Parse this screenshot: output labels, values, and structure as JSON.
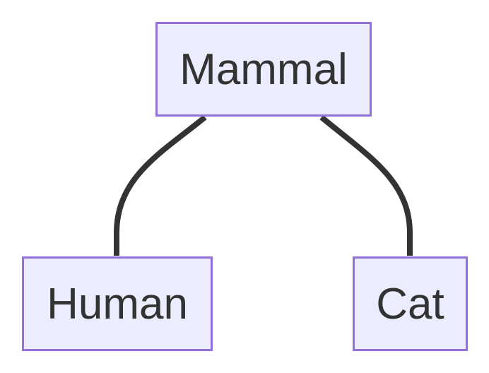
{
  "nodes": {
    "mammal": "Mammal",
    "human": "Human",
    "cat": "Cat"
  },
  "colors": {
    "fill": "#ECECFF",
    "stroke": "#9370DB",
    "edge": "#333333"
  }
}
